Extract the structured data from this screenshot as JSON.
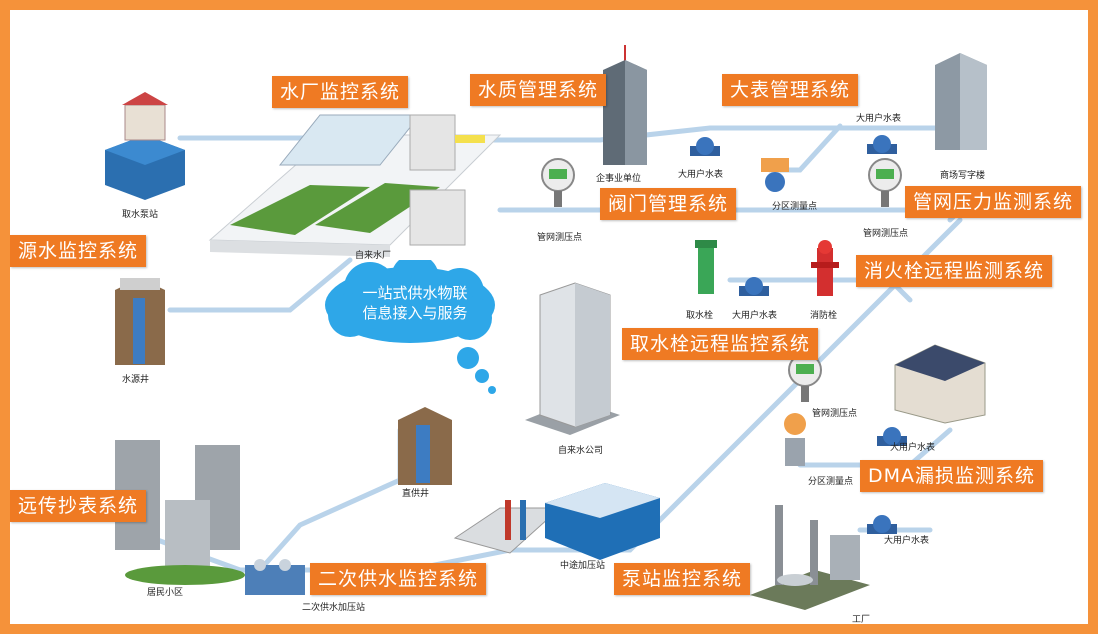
{
  "systems": {
    "water_plant": "水厂监控系统",
    "water_quality": "水质管理系统",
    "big_meter": "大表管理系统",
    "source_water": "源水监控系统",
    "valve": "阀门管理系统",
    "pipe_pressure": "管网压力监测系统",
    "hydrant": "消火栓远程监测系统",
    "intake_hydrant": "取水栓远程监控系统",
    "dma": "DMA漏损监测系统",
    "remote_meter": "远传抄表系统",
    "secondary_supply": "二次供水监控系统",
    "pump_station": "泵站监控系统"
  },
  "cloud": {
    "line1": "一站式供水物联",
    "line2": "信息接入与服务"
  },
  "captions": {
    "intake_pump": "取水泵站",
    "waterworks": "自来水厂",
    "enterprise": "企事业单位",
    "big_user_meter_1": "大用户水表",
    "big_user_meter_2": "大用户水表",
    "commercial": "商场写字楼",
    "zone_meter_1": "分区测量点",
    "pressure_point_1": "管网测压点",
    "pressure_point_2": "管网测压点",
    "source_well": "水源井",
    "intake_hydrant": "取水栓",
    "big_user_meter_3": "大用户水表",
    "fire_hydrant": "消防栓",
    "water_company": "自来水公司",
    "pressure_point_3": "管网测压点",
    "big_user_meter_4": "大用户水表",
    "zone_meter_2": "分区测量点",
    "direct_well": "直供井",
    "residential": "居民小区",
    "booster_2nd": "二次供水加压站",
    "mid_booster": "中途加压站",
    "big_user_meter_5": "大用户水表",
    "factory": "工厂"
  },
  "colors": {
    "frame": "#f5923a",
    "tag": "#ef7a23",
    "pipe": "#b9d3ea",
    "cloud": "#2ea7e8"
  }
}
